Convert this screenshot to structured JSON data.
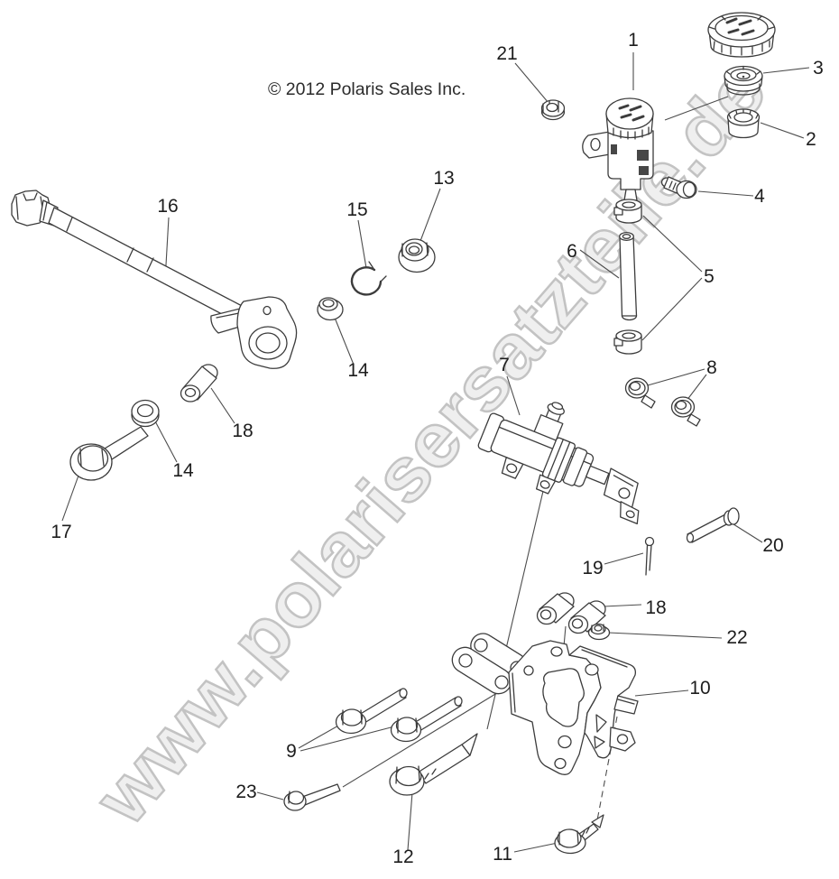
{
  "copyright": "© 2012 Polaris Sales Inc.",
  "watermark": "www.polarisersatzteile.de",
  "colors": {
    "background": "#ffffff",
    "line": "#3c3c3c",
    "leader": "#4d4d4d",
    "label": "#1d1d1d",
    "copyright": "#2b2b2b",
    "watermark_fill": "#efefef",
    "watermark_stroke": "#c3c3c3"
  },
  "callouts": {
    "c1": "1",
    "c2": "2",
    "c3": "3",
    "c4": "4",
    "c5": "5",
    "c6": "6",
    "c7": "7",
    "c8": "8",
    "c9": "9",
    "c10": "10",
    "c11": "11",
    "c12": "12",
    "c13": "13",
    "c14a": "14",
    "c14b": "14",
    "c15": "15",
    "c16": "16",
    "c17": "17",
    "c18a": "18",
    "c18b": "18",
    "c19": "19",
    "c20": "20",
    "c21": "21",
    "c22": "22",
    "c23": "23"
  }
}
